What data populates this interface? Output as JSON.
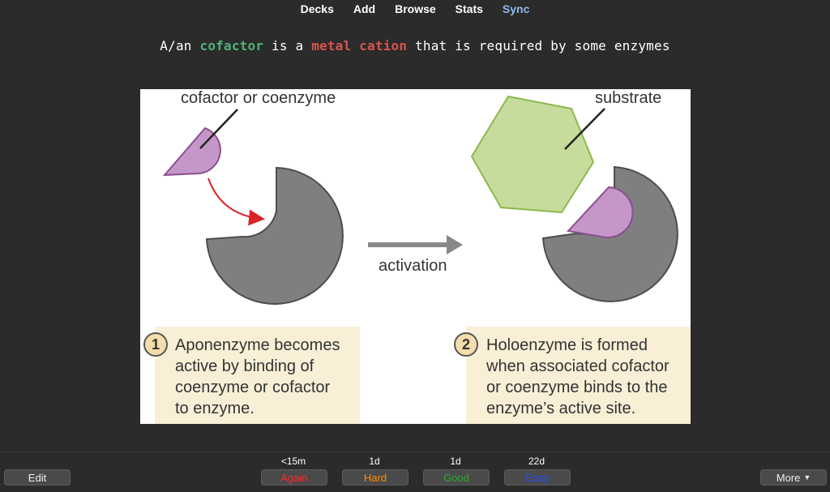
{
  "nav": {
    "decks": "Decks",
    "add": "Add",
    "browse": "Browse",
    "stats": "Stats",
    "sync": "Sync"
  },
  "question": {
    "prefix": "A/an",
    "term1": "cofactor",
    "middle": "is a",
    "term2": "metal cation",
    "suffix": "that is required by some enzymes",
    "term1_color": "#4fb27a",
    "term2_color": "#d9534f"
  },
  "diagram": {
    "label_cofactor": "cofactor or coenzyme",
    "label_substrate": "substrate",
    "label_activation": "activation",
    "step1_number": "1",
    "step1_text": "Aponenzyme becomes\nactive by binding of\ncoenzyme or cofactor\nto enzyme.",
    "step2_number": "2",
    "step2_text": "Holoenzyme is formed\nwhen associated cofactor\nor coenzyme binds to the\nenzyme’s active site.",
    "colors": {
      "enzyme": "#7f7f80",
      "cofactor": "#c596c8",
      "substrate": "#c6dc9c",
      "arrow_red": "#d9242a",
      "arrow_gray": "#888888",
      "caption_bg": "#f9efd7"
    }
  },
  "answers": {
    "edit": "Edit",
    "more": "More",
    "more_icon": "caret-down-icon",
    "again": {
      "interval": "<15m",
      "label": "Again",
      "color": "#ff2a2a"
    },
    "hard": {
      "interval": "1d",
      "label": "Hard",
      "color": "#ff8c00"
    },
    "good": {
      "interval": "1d",
      "label": "Good",
      "color": "#2fa82f"
    },
    "easy": {
      "interval": "22d",
      "label": "Easy",
      "color": "#2a4bff"
    }
  }
}
